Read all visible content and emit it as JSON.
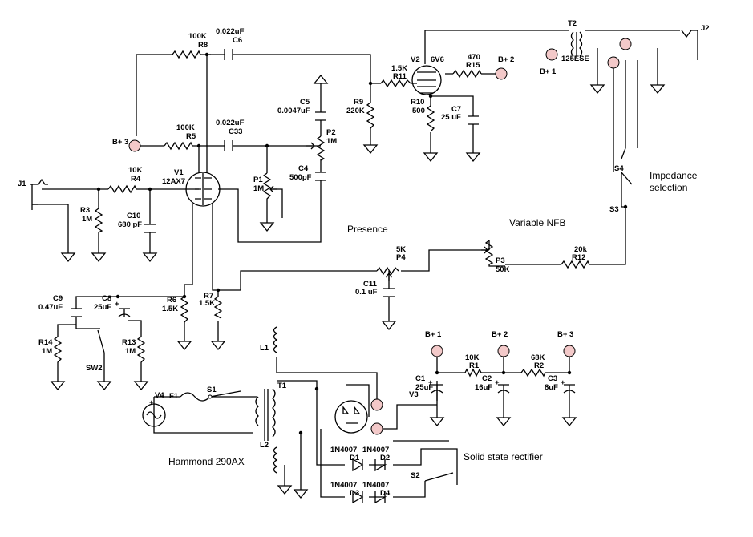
{
  "labels": {
    "presence": "Presence",
    "variable_nfb": "Variable NFB",
    "impedance_1": "Impedance",
    "impedance_2": "selection",
    "hammond": "Hammond 290AX",
    "solid_state": "Solid state rectifier"
  },
  "jacks": {
    "j1": "J1",
    "j2": "J2"
  },
  "tubes": {
    "v1_ref": "V1",
    "v1_val": "12AX7",
    "v2_ref": "V2",
    "v2_val": "6V6",
    "v3_ref": "V3",
    "v4_ref": "V4"
  },
  "resistors": {
    "r3_ref": "R3",
    "r3_val": "1M",
    "r4_ref": "R4",
    "r4_val": "10K",
    "r5_ref": "R5",
    "r5_val": "100K",
    "r6_ref": "R6",
    "r6_val": "1.5K",
    "r7_ref": "R7",
    "r7_val": "1.5K",
    "r8_ref": "R8",
    "r8_val": "100K",
    "r9_ref": "R9",
    "r9_val": "220K",
    "r10_ref": "R10",
    "r10_val": "500",
    "r11_ref": "R11",
    "r11_val": "1.5K",
    "r12_ref": "R12",
    "r12_val": "20k",
    "r13_ref": "R13",
    "r13_val": "1M",
    "r14_ref": "R14",
    "r14_val": "1M",
    "r15_ref": "R15",
    "r15_val": "470",
    "r1_ref": "R1",
    "r1_val": "10K",
    "r2_ref": "R2",
    "r2_val": "68K"
  },
  "capacitors": {
    "c1_ref": "C1",
    "c1_val": "25uF",
    "c2_ref": "C2",
    "c2_val": "16uF",
    "c3_ref": "C3",
    "c3_val": "8uF",
    "c4_ref": "C4",
    "c4_val": "500pF",
    "c5_ref": "C5",
    "c5_val": "0.0047uF",
    "c6_ref": "C6",
    "c6_val": "0.022uF",
    "c7_ref": "C7",
    "c7_val": "25 uF",
    "c8_ref": "C8",
    "c8_val": "25uF",
    "c9_ref": "C9",
    "c9_val": "0.47uF",
    "c10_ref": "C10",
    "c10_val": "680 pF",
    "c11_ref": "C11",
    "c11_val": "0.1 uF",
    "c33_ref": "C33",
    "c33_val": "0.022uF"
  },
  "pots": {
    "p1_ref": "P1",
    "p1_val": "1M",
    "p2_ref": "P2",
    "p2_val": "1M",
    "p3_ref": "P3",
    "p3_val": "50K",
    "p4_ref": "P4",
    "p4_val": "5K"
  },
  "transformers": {
    "t1": "T1",
    "t2": "T2",
    "t2_val": "125ESE",
    "l1": "L1",
    "l2": "L2"
  },
  "switches": {
    "s1": "S1",
    "s2": "S2",
    "s3": "S3",
    "s4": "S4",
    "sw2": "SW2",
    "f1": "F1"
  },
  "diodes": {
    "d1": "D1",
    "d2": "D2",
    "d3": "D3",
    "d4": "D4",
    "part_a": "1N4007",
    "part_b": "1N4007",
    "part_c": "1N4007",
    "part_d": "1N4007"
  },
  "rails": {
    "b1": "B+ 1",
    "b2": "B+ 2",
    "b3": "B+ 3"
  },
  "polarity": {
    "plus": "+"
  }
}
